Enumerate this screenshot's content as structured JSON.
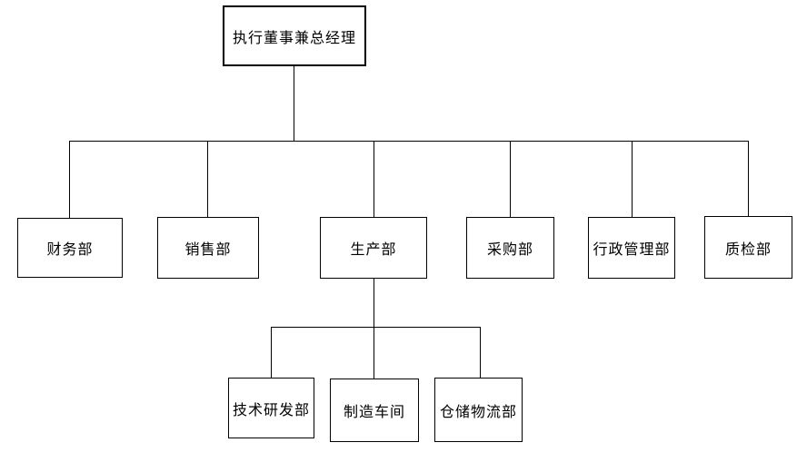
{
  "org_chart": {
    "type": "org-chart",
    "root": {
      "label": "执行董事兼总经理"
    },
    "departments": [
      {
        "label": "财务部"
      },
      {
        "label": "销售部"
      },
      {
        "label": "生产部"
      },
      {
        "label": "采购部"
      },
      {
        "label": "行政管理部"
      },
      {
        "label": "质检部"
      }
    ],
    "production_children": [
      {
        "label": "技术研发部"
      },
      {
        "label": "制造车间"
      },
      {
        "label": "仓储物流部"
      }
    ]
  },
  "colors": {
    "background": "#ffffff",
    "line": "#000000",
    "box_fill": "#ffffff",
    "box_border": "#000000",
    "text": "#000000"
  }
}
